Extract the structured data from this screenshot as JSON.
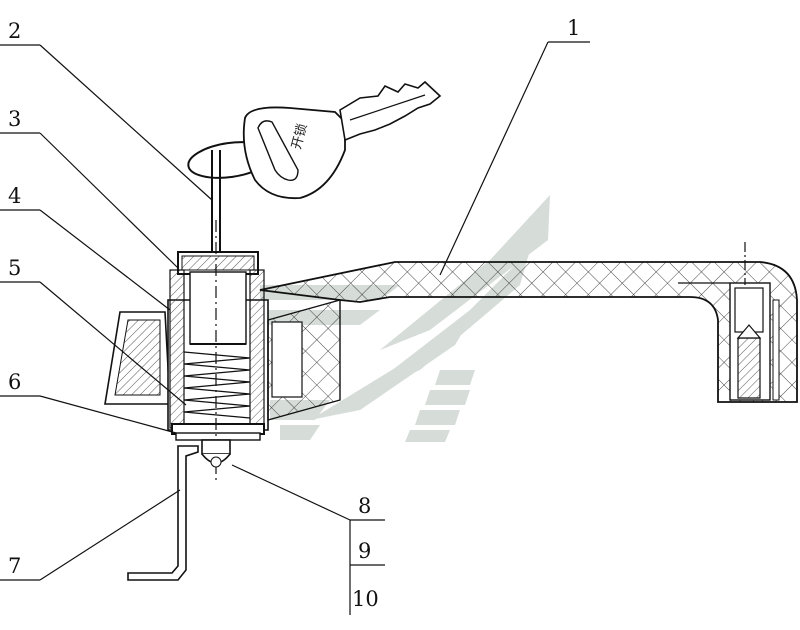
{
  "drawing": {
    "key_inscription": "开锁",
    "callouts": [
      {
        "id": "c1",
        "text": "1"
      },
      {
        "id": "c2",
        "text": "2"
      },
      {
        "id": "c3",
        "text": "3"
      },
      {
        "id": "c4",
        "text": "4"
      },
      {
        "id": "c5",
        "text": "5"
      },
      {
        "id": "c6",
        "text": "6"
      },
      {
        "id": "c7",
        "text": "7"
      },
      {
        "id": "c8",
        "text": "8"
      },
      {
        "id": "c9",
        "text": "9"
      },
      {
        "id": "c10",
        "text": "10"
      }
    ]
  },
  "colors": {
    "line": "#111111",
    "watermark": "#cfd6d2",
    "background": "#ffffff"
  }
}
